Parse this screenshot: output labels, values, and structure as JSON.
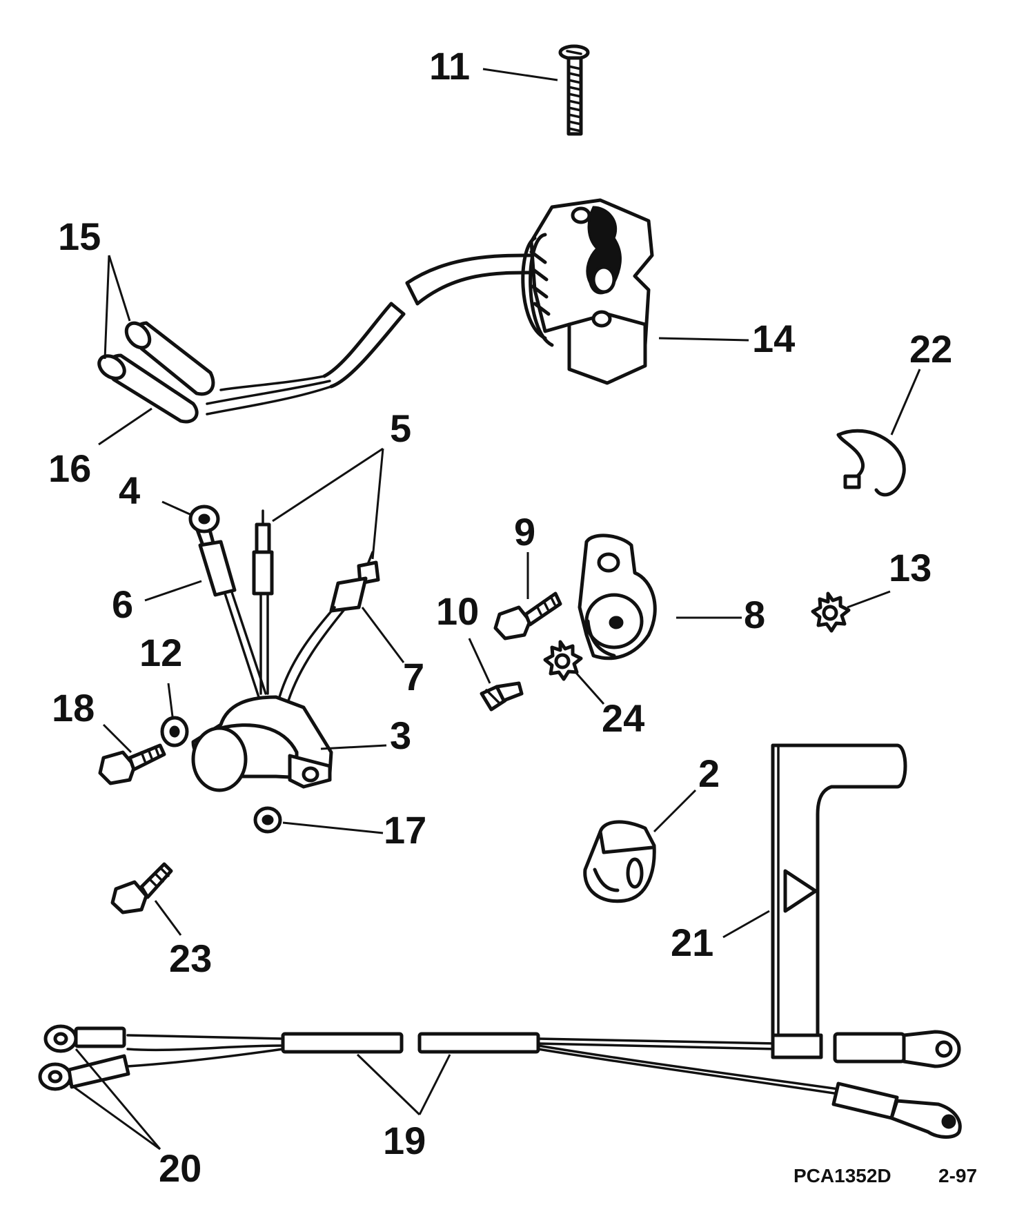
{
  "callouts": {
    "c2": "2",
    "c3": "3",
    "c4": "4",
    "c5": "5",
    "c6": "6",
    "c7": "7",
    "c8": "8",
    "c9": "9",
    "c10": "10",
    "c11": "11",
    "c12": "12",
    "c13": "13",
    "c14": "14",
    "c15": "15",
    "c16": "16",
    "c17": "17",
    "c18": "18",
    "c19": "19",
    "c20": "20",
    "c21": "21",
    "c22": "22",
    "c23": "23",
    "c24": "24"
  },
  "drawing_code": "PCA1352D",
  "revision": "2-97"
}
